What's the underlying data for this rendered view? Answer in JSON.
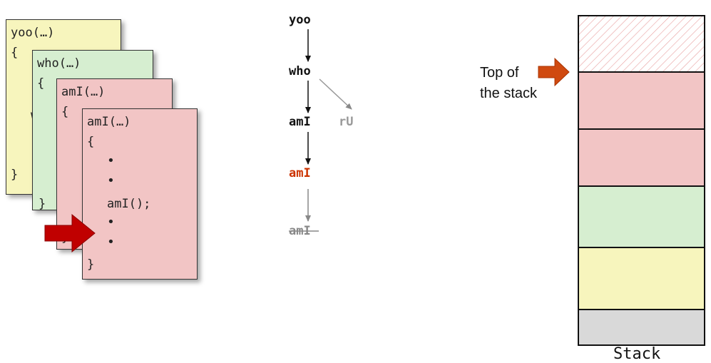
{
  "code_cards": {
    "yoo": {
      "header": "yoo(…)",
      "open_brace": "{",
      "partial_text": "w",
      "close_brace": "}"
    },
    "who": {
      "header": "who(…)",
      "open_brace": "{",
      "close_brace": "}"
    },
    "ami_outer": {
      "header": "amI(…)",
      "open_brace": "{",
      "close_brace": "}"
    },
    "ami_inner": {
      "header": "amI(…)",
      "open_brace": "{",
      "bullet": "•",
      "call": "amI();",
      "close_brace": "}"
    }
  },
  "call_tree": {
    "nodes": [
      {
        "id": "yoo",
        "label": "yoo",
        "state": "active"
      },
      {
        "id": "who",
        "label": "who",
        "state": "active"
      },
      {
        "id": "ami1",
        "label": "amI",
        "state": "active"
      },
      {
        "id": "ru",
        "label": "rU",
        "state": "inactive"
      },
      {
        "id": "ami2",
        "label": "amI",
        "state": "current"
      },
      {
        "id": "ami3",
        "label": "amI",
        "state": "returned"
      }
    ],
    "colors": {
      "active": "#111111",
      "inactive": "#999999",
      "current": "#cc3300",
      "returned": "#888888"
    }
  },
  "stack": {
    "label": "Stack",
    "top_label_line1": "Top of",
    "top_label_line2": "the stack",
    "frames": [
      {
        "name": "free-space",
        "color": "#ffffff",
        "hatch": "#e8a0a0"
      },
      {
        "name": "frame-ami-inner",
        "color": "#f2c5c5"
      },
      {
        "name": "frame-ami-outer",
        "color": "#f2c5c5"
      },
      {
        "name": "frame-who",
        "color": "#d6eed0"
      },
      {
        "name": "frame-yoo",
        "color": "#f7f5bd"
      },
      {
        "name": "frame-base",
        "color": "#d9d9d9"
      }
    ]
  },
  "colors": {
    "pointer_arrow": "#c00000",
    "top_arrow": "#d04a10"
  }
}
